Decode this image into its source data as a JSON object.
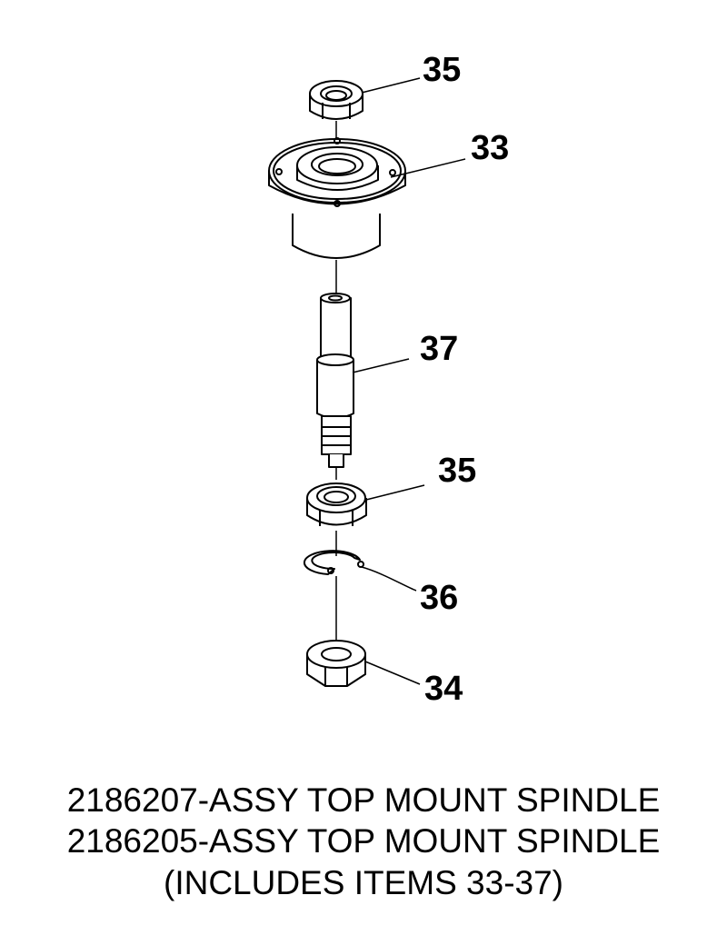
{
  "callouts": {
    "item_35_top": "35",
    "item_33": "33",
    "item_37": "37",
    "item_35_bottom": "35",
    "item_36": "36",
    "item_34": "34"
  },
  "caption": {
    "line1": "2186207-ASSY TOP MOUNT SPINDLE",
    "line2": "2186205-ASSY TOP MOUNT SPINDLE",
    "line3": "(INCLUDES ITEMS 33-37)"
  }
}
